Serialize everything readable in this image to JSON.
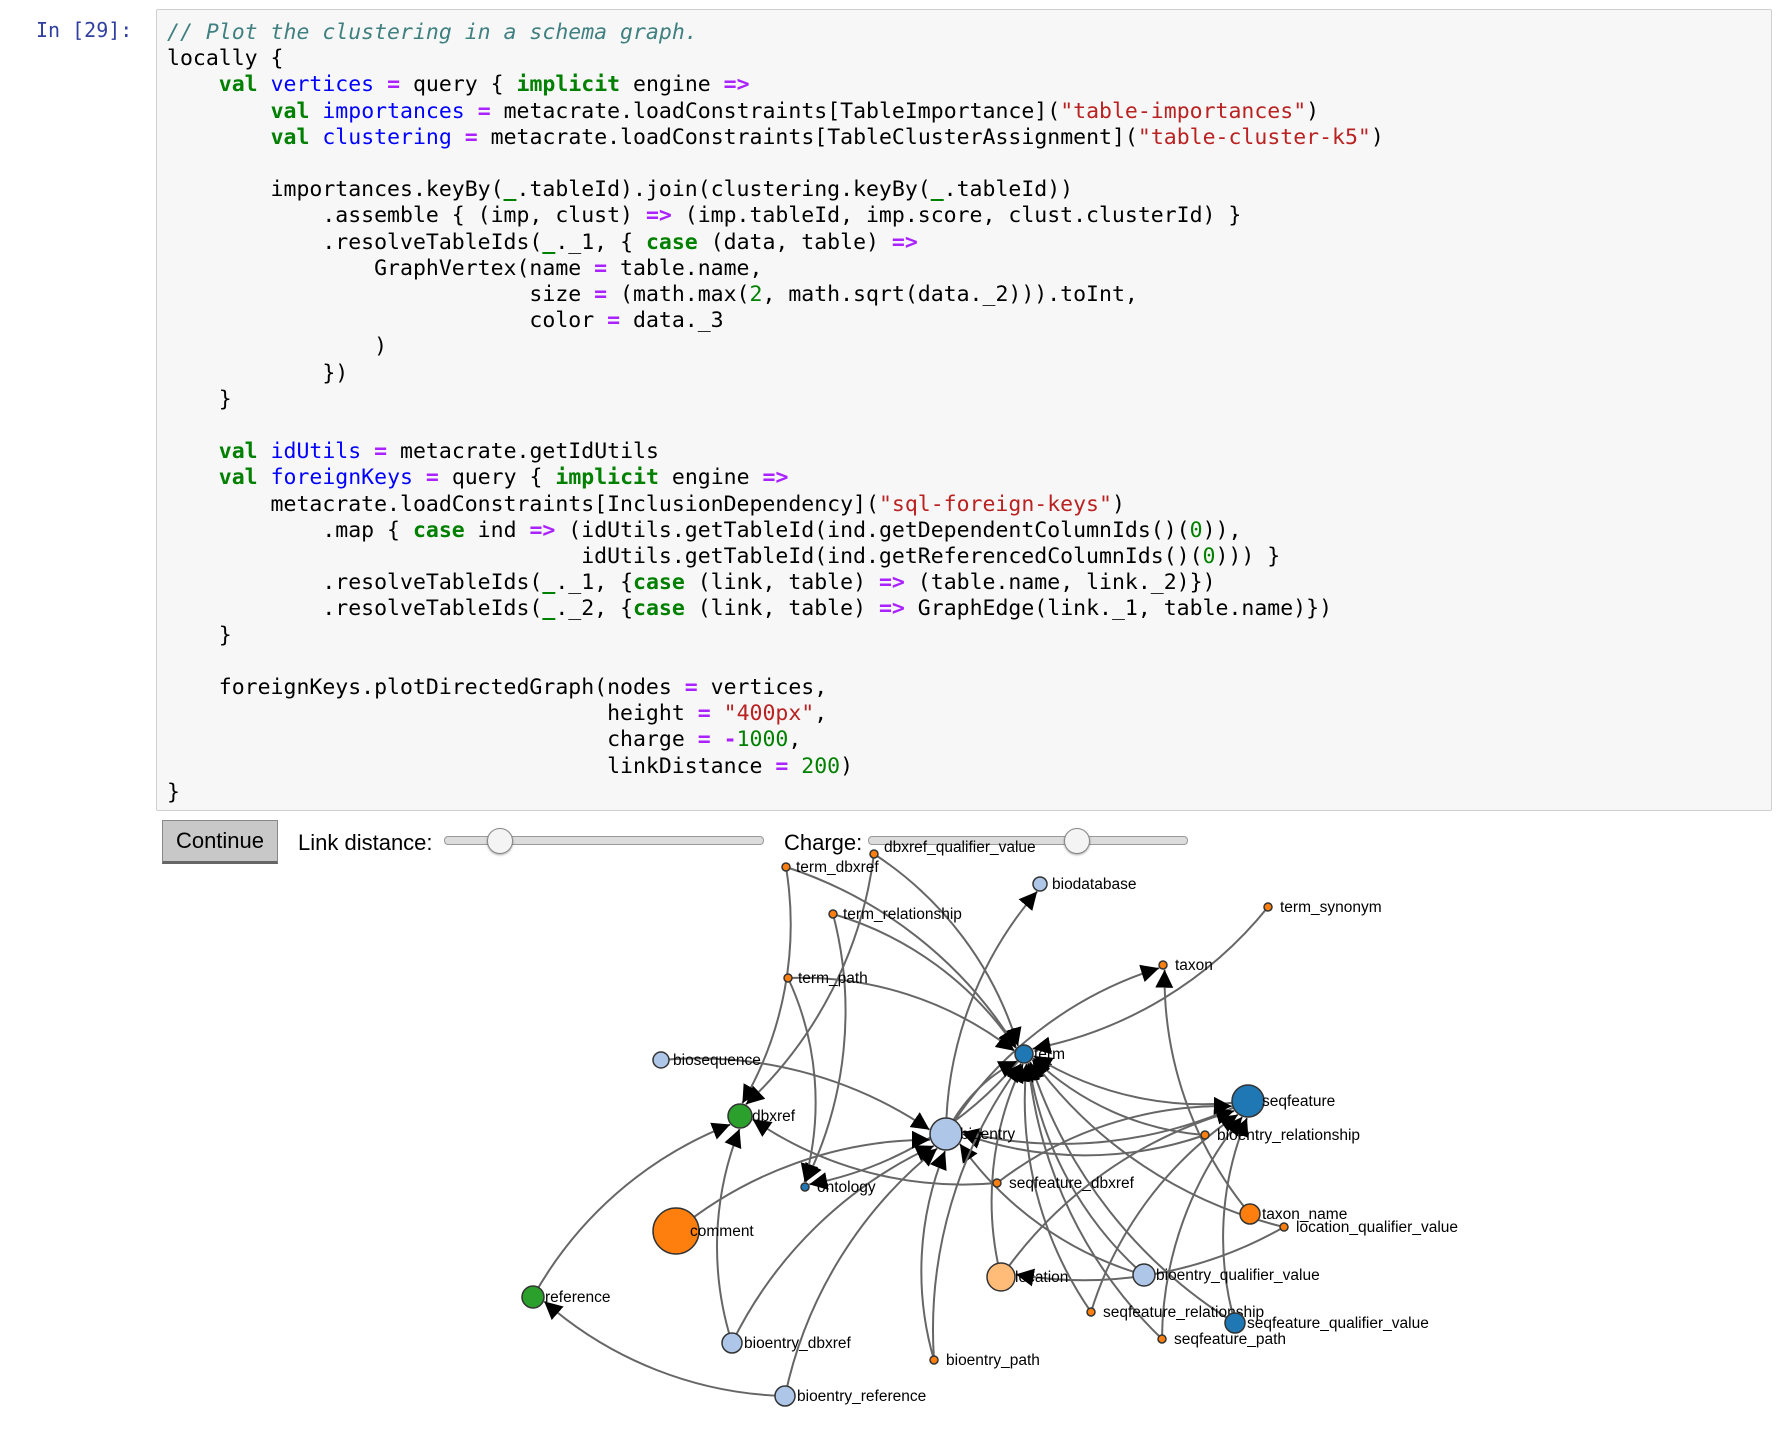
{
  "cell": {
    "prompt": "In [29]:",
    "code_lines": [
      [
        [
          "// Plot the clustering in a schema graph.",
          "comment"
        ]
      ],
      [
        [
          "locally {",
          ""
        ]
      ],
      [
        [
          "    ",
          ""
        ],
        [
          "val",
          "keyword"
        ],
        [
          " ",
          ""
        ],
        [
          "vertices",
          "def"
        ],
        [
          " ",
          ""
        ],
        [
          "=",
          "op"
        ],
        [
          " query { ",
          ""
        ],
        [
          "implicit",
          "keyword"
        ],
        [
          " engine ",
          ""
        ],
        [
          "=>",
          "op"
        ]
      ],
      [
        [
          "        ",
          ""
        ],
        [
          "val",
          "keyword"
        ],
        [
          " ",
          ""
        ],
        [
          "importances",
          "def"
        ],
        [
          " ",
          ""
        ],
        [
          "=",
          "op"
        ],
        [
          " metacrate.loadConstraints[TableImportance](",
          ""
        ],
        [
          "\"table-importances\"",
          "string"
        ],
        [
          ")",
          ""
        ]
      ],
      [
        [
          "        ",
          ""
        ],
        [
          "val",
          "keyword"
        ],
        [
          " ",
          ""
        ],
        [
          "clustering",
          "def"
        ],
        [
          " ",
          ""
        ],
        [
          "=",
          "op"
        ],
        [
          " metacrate.loadConstraints[TableClusterAssignment](",
          ""
        ],
        [
          "\"table-cluster-k5\"",
          "string"
        ],
        [
          ")",
          ""
        ]
      ],
      [
        [
          "",
          ""
        ]
      ],
      [
        [
          "        importances.keyBy(",
          ""
        ],
        [
          "_",
          "keyword"
        ],
        [
          ".tableId).join(clustering.keyBy(",
          ""
        ],
        [
          "_",
          "keyword"
        ],
        [
          ".tableId))",
          ""
        ]
      ],
      [
        [
          "            .assemble { (imp, clust) ",
          ""
        ],
        [
          "=>",
          "op"
        ],
        [
          " (imp.tableId, imp.score, clust.clusterId) }",
          ""
        ]
      ],
      [
        [
          "            .resolveTableIds(",
          ""
        ],
        [
          "_",
          "keyword"
        ],
        [
          "._1, { ",
          ""
        ],
        [
          "case",
          "keyword"
        ],
        [
          " (data, table) ",
          ""
        ],
        [
          "=>",
          "op"
        ]
      ],
      [
        [
          "                GraphVertex(name ",
          ""
        ],
        [
          "=",
          "op"
        ],
        [
          " table.name,",
          ""
        ]
      ],
      [
        [
          "                            size ",
          ""
        ],
        [
          "=",
          "op"
        ],
        [
          " (math.max(",
          ""
        ],
        [
          "2",
          "number"
        ],
        [
          ", math.sqrt(data._2))).toInt,",
          ""
        ]
      ],
      [
        [
          "                            color ",
          ""
        ],
        [
          "=",
          "op"
        ],
        [
          " data._3",
          ""
        ]
      ],
      [
        [
          "                )",
          ""
        ]
      ],
      [
        [
          "            })",
          ""
        ]
      ],
      [
        [
          "    }",
          ""
        ]
      ],
      [
        [
          "",
          ""
        ]
      ],
      [
        [
          "    ",
          ""
        ],
        [
          "val",
          "keyword"
        ],
        [
          " ",
          ""
        ],
        [
          "idUtils",
          "def"
        ],
        [
          " ",
          ""
        ],
        [
          "=",
          "op"
        ],
        [
          " metacrate.getIdUtils",
          ""
        ]
      ],
      [
        [
          "    ",
          ""
        ],
        [
          "val",
          "keyword"
        ],
        [
          " ",
          ""
        ],
        [
          "foreignKeys",
          "def"
        ],
        [
          " ",
          ""
        ],
        [
          "=",
          "op"
        ],
        [
          " query { ",
          ""
        ],
        [
          "implicit",
          "keyword"
        ],
        [
          " engine ",
          ""
        ],
        [
          "=>",
          "op"
        ]
      ],
      [
        [
          "        metacrate.loadConstraints[InclusionDependency](",
          ""
        ],
        [
          "\"sql-foreign-keys\"",
          "string"
        ],
        [
          ")",
          ""
        ]
      ],
      [
        [
          "            .map { ",
          ""
        ],
        [
          "case",
          "keyword"
        ],
        [
          " ind ",
          ""
        ],
        [
          "=>",
          "op"
        ],
        [
          " (idUtils.getTableId(ind.getDependentColumnIds()(",
          ""
        ],
        [
          "0",
          "number"
        ],
        [
          ")),",
          ""
        ]
      ],
      [
        [
          "                                idUtils.getTableId(ind.getReferencedColumnIds()(",
          ""
        ],
        [
          "0",
          "number"
        ],
        [
          "))) }",
          ""
        ]
      ],
      [
        [
          "            .resolveTableIds(",
          ""
        ],
        [
          "_",
          "keyword"
        ],
        [
          "._1, {",
          ""
        ],
        [
          "case",
          "keyword"
        ],
        [
          " (link, table) ",
          ""
        ],
        [
          "=>",
          "op"
        ],
        [
          " (table.name, link._2)})",
          ""
        ]
      ],
      [
        [
          "            .resolveTableIds(",
          ""
        ],
        [
          "_",
          "keyword"
        ],
        [
          "._2, {",
          ""
        ],
        [
          "case",
          "keyword"
        ],
        [
          " (link, table) ",
          ""
        ],
        [
          "=>",
          "op"
        ],
        [
          " GraphEdge(link._1, table.name)})",
          ""
        ]
      ],
      [
        [
          "    }",
          ""
        ]
      ],
      [
        [
          "",
          ""
        ]
      ],
      [
        [
          "    foreignKeys.plotDirectedGraph(nodes ",
          ""
        ],
        [
          "=",
          "op"
        ],
        [
          " vertices,",
          ""
        ]
      ],
      [
        [
          "                                  height ",
          ""
        ],
        [
          "=",
          "op"
        ],
        [
          " ",
          ""
        ],
        [
          "\"400px\"",
          "string"
        ],
        [
          ",",
          ""
        ]
      ],
      [
        [
          "                                  charge ",
          ""
        ],
        [
          "=",
          "op"
        ],
        [
          " ",
          ""
        ],
        [
          "-",
          "op"
        ],
        [
          "1000",
          "number"
        ],
        [
          ",",
          ""
        ]
      ],
      [
        [
          "                                  linkDistance ",
          ""
        ],
        [
          "=",
          "op"
        ],
        [
          " ",
          ""
        ],
        [
          "200",
          "number"
        ],
        [
          ")",
          ""
        ]
      ],
      [
        [
          "}",
          ""
        ]
      ]
    ]
  },
  "controls": {
    "continue_label": "Continue",
    "link_distance_label": "Link distance:",
    "charge_label": "Charge:",
    "link_distance_slider_fraction": 0.17,
    "charge_slider_fraction": 0.65
  },
  "graph": {
    "colors": {
      "dark_blue": "#1f77b4",
      "light_blue": "#aec7e8",
      "green": "#2ca02c",
      "orange": "#ff7f0e",
      "light_orange": "#ffbb78",
      "edge": "#666666"
    },
    "nodes": [
      {
        "id": "dbxref_qualifier_value",
        "label": "dbxref_qualifier_value",
        "color": "orange"
      },
      {
        "id": "term_dbxref",
        "label": "term_dbxref",
        "color": "orange"
      },
      {
        "id": "biodatabase",
        "label": "biodatabase",
        "color": "light_blue"
      },
      {
        "id": "term_synonym",
        "label": "term_synonym",
        "color": "orange"
      },
      {
        "id": "term_relationship",
        "label": "term_relationship",
        "color": "orange"
      },
      {
        "id": "taxon",
        "label": "taxon",
        "color": "orange"
      },
      {
        "id": "term_path",
        "label": "term_path",
        "color": "orange"
      },
      {
        "id": "term",
        "label": "term",
        "color": "dark_blue"
      },
      {
        "id": "biosequence",
        "label": "biosequence",
        "color": "light_blue"
      },
      {
        "id": "seqfeature",
        "label": "seqfeature",
        "color": "dark_blue"
      },
      {
        "id": "dbxref",
        "label": "dbxref",
        "color": "green"
      },
      {
        "id": "bioentry",
        "label": "bioentry",
        "color": "light_blue"
      },
      {
        "id": "bioentry_relationship",
        "label": "bioentry_relationship",
        "color": "orange"
      },
      {
        "id": "ontology",
        "label": "ontology",
        "color": "dark_blue"
      },
      {
        "id": "seqfeature_dbxref",
        "label": "seqfeature_dbxref",
        "color": "orange"
      },
      {
        "id": "taxon_name",
        "label": "taxon_name",
        "color": "orange"
      },
      {
        "id": "location_qualifier_value",
        "label": "location_qualifier_value",
        "color": "orange"
      },
      {
        "id": "comment",
        "label": "comment",
        "color": "orange"
      },
      {
        "id": "location",
        "label": "location",
        "color": "light_orange"
      },
      {
        "id": "bioentry_qualifier_value",
        "label": "bioentry_qualifier_value",
        "color": "light_blue"
      },
      {
        "id": "reference",
        "label": "reference",
        "color": "green"
      },
      {
        "id": "seqfeature_relationship",
        "label": "seqfeature_relationship",
        "color": "orange"
      },
      {
        "id": "seqfeature_qualifier_value",
        "label": "seqfeature_qualifier_value",
        "color": "dark_blue"
      },
      {
        "id": "seqfeature_path",
        "label": "seqfeature_path",
        "color": "orange"
      },
      {
        "id": "bioentry_dbxref",
        "label": "bioentry_dbxref",
        "color": "light_blue"
      },
      {
        "id": "bioentry_path",
        "label": "bioentry_path",
        "color": "orange"
      },
      {
        "id": "bioentry_reference",
        "label": "bioentry_reference",
        "color": "light_blue"
      }
    ],
    "edges": [
      [
        "dbxref_qualifier_value",
        "dbxref"
      ],
      [
        "dbxref_qualifier_value",
        "term"
      ],
      [
        "term_dbxref",
        "dbxref"
      ],
      [
        "term_dbxref",
        "term"
      ],
      [
        "term_relationship",
        "term"
      ],
      [
        "term_relationship",
        "ontology"
      ],
      [
        "term_path",
        "term"
      ],
      [
        "term_path",
        "ontology"
      ],
      [
        "term_synonym",
        "term"
      ],
      [
        "term",
        "ontology"
      ],
      [
        "biosequence",
        "bioentry"
      ],
      [
        "bioentry",
        "biodatabase"
      ],
      [
        "bioentry",
        "taxon"
      ],
      [
        "bioentry_relationship",
        "bioentry"
      ],
      [
        "bioentry_relationship",
        "term"
      ],
      [
        "taxon_name",
        "taxon"
      ],
      [
        "seqfeature",
        "bioentry"
      ],
      [
        "seqfeature",
        "term"
      ],
      [
        "seqfeature_dbxref",
        "seqfeature"
      ],
      [
        "seqfeature_dbxref",
        "dbxref"
      ],
      [
        "location",
        "seqfeature"
      ],
      [
        "location",
        "term"
      ],
      [
        "location_qualifier_value",
        "location"
      ],
      [
        "location_qualifier_value",
        "term"
      ],
      [
        "bioentry_qualifier_value",
        "bioentry"
      ],
      [
        "bioentry_qualifier_value",
        "term"
      ],
      [
        "seqfeature_relationship",
        "seqfeature"
      ],
      [
        "seqfeature_relationship",
        "term"
      ],
      [
        "seqfeature_qualifier_value",
        "seqfeature"
      ],
      [
        "seqfeature_qualifier_value",
        "term"
      ],
      [
        "seqfeature_path",
        "seqfeature"
      ],
      [
        "seqfeature_path",
        "term"
      ],
      [
        "comment",
        "bioentry"
      ],
      [
        "reference",
        "dbxref"
      ],
      [
        "bioentry_dbxref",
        "bioentry"
      ],
      [
        "bioentry_dbxref",
        "dbxref"
      ],
      [
        "bioentry_path",
        "bioentry"
      ],
      [
        "bioentry_path",
        "term"
      ],
      [
        "bioentry_reference",
        "bioentry"
      ],
      [
        "bioentry_reference",
        "reference"
      ],
      [
        "bioentry",
        "term"
      ]
    ]
  }
}
